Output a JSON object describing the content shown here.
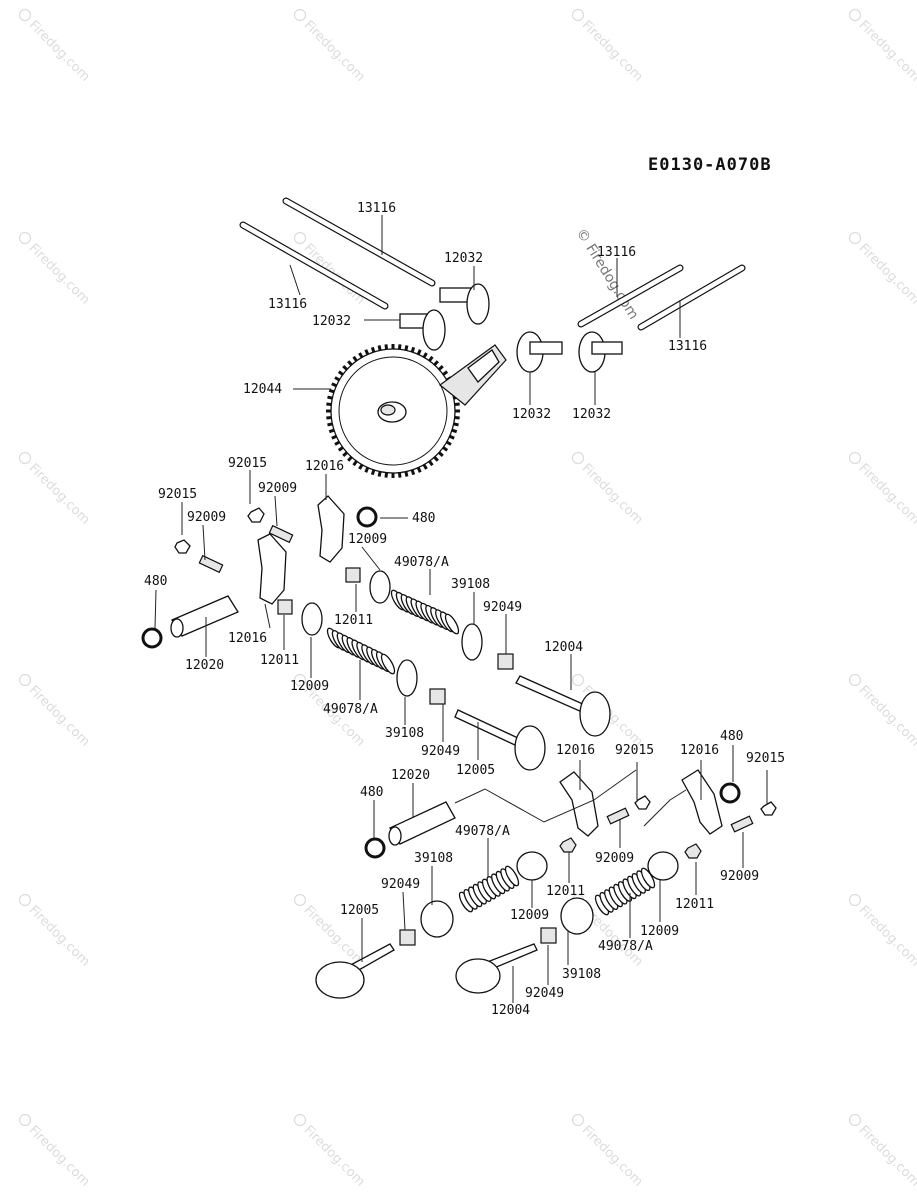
{
  "diagram": {
    "code": "E0130-A070B",
    "watermark": "© Firedog.com",
    "labels": {
      "rod_top": "13116",
      "rod_left": "13116",
      "rod_right_a": "13116",
      "rod_right_b": "13116",
      "tappet_a": "12032",
      "tappet_b": "12032",
      "tappet_c": "12032",
      "tappet_d": "12032",
      "camshaft": "12044",
      "nut_a": "92015",
      "nut_b": "92015",
      "nut_c": "92015",
      "nut_d": "92015",
      "screw_a": "92009",
      "screw_b": "92009",
      "screw_c": "92009",
      "screw_d": "92009",
      "rocker_a": "12016",
      "rocker_b": "12016",
      "rocker_c": "12016",
      "rocker_d": "12016",
      "clip_a": "480",
      "clip_b": "480",
      "clip_c": "480",
      "clip_d": "480",
      "retainer_a": "12009",
      "retainer_b": "12009",
      "retainer_c": "12009",
      "retainer_d": "12009",
      "spring_a": "49078/A",
      "spring_b": "49078/A",
      "spring_c": "49078/A",
      "spring_d": "49078/A",
      "seat_a": "39108",
      "seat_b": "39108",
      "seat_c": "39108",
      "seat_d": "39108",
      "seal_a": "92049",
      "seal_b": "92049",
      "seal_c": "92049",
      "seal_d": "92049",
      "exhaust_a": "12004",
      "exhaust_b": "12004",
      "intake_a": "12005",
      "intake_b": "12005",
      "collet_a": "12011",
      "collet_b": "12011",
      "collet_c": "12011",
      "collet_d": "12011",
      "shaft_a": "12020",
      "shaft_b": "12020"
    }
  }
}
